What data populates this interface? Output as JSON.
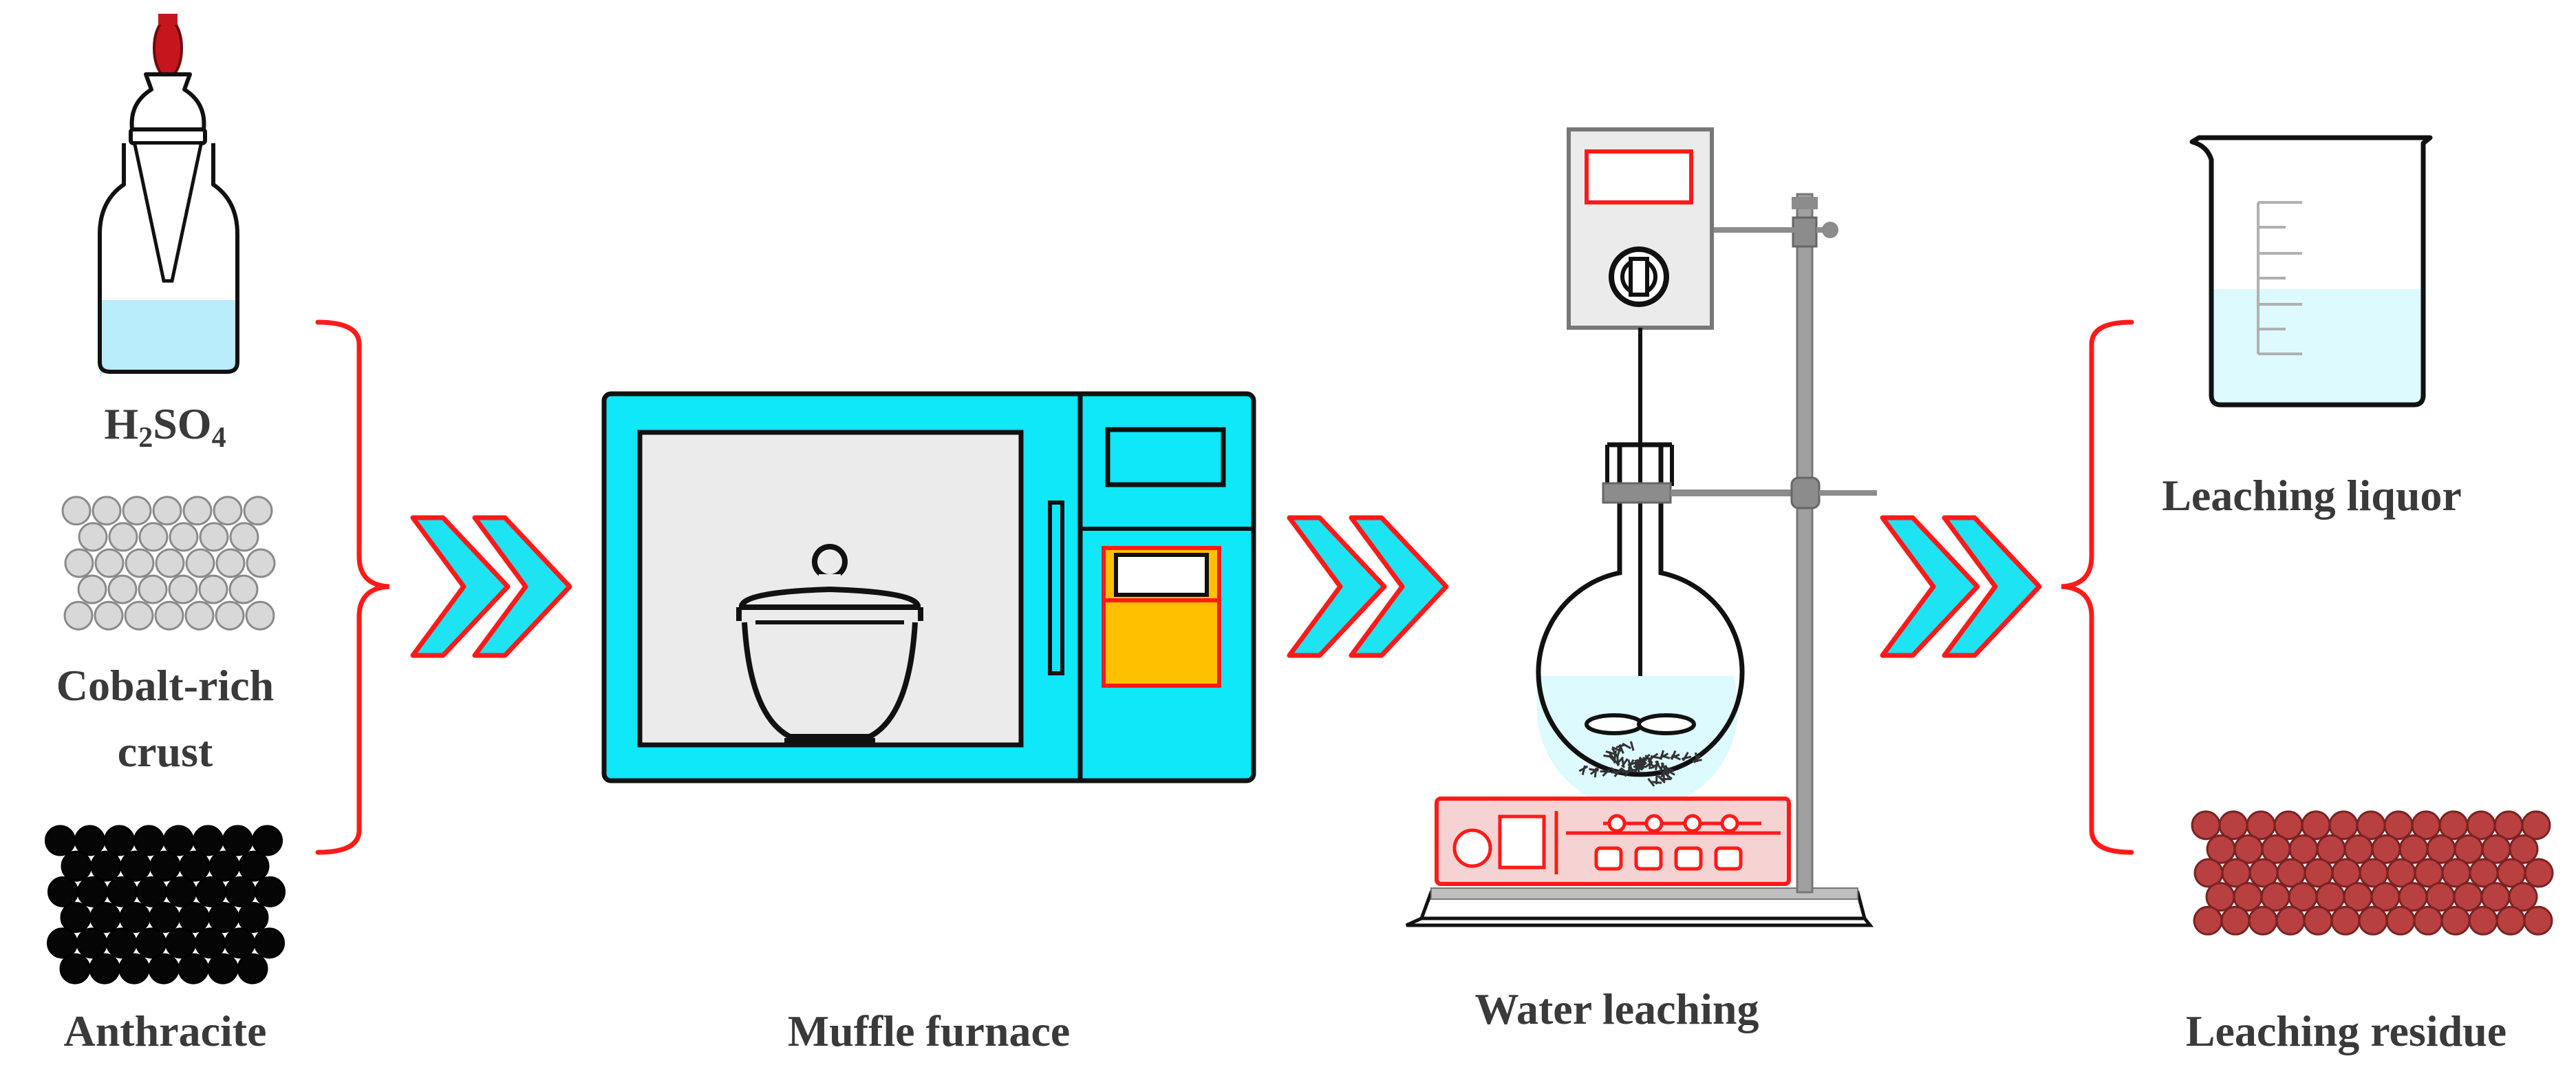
{
  "labels": {
    "acid_main": "H",
    "acid_sub1": "2",
    "acid_mid": "SO",
    "acid_sub2": "4",
    "crust_line1": "Cobalt-rich",
    "crust_line2": "crust",
    "anthracite": "Anthracite",
    "furnace": "Muffle furnace",
    "leaching": "Water leaching",
    "liquor": "Leaching liquor",
    "residue": "Leaching residue"
  },
  "colors": {
    "bracket": "#ff1a1a",
    "arrow_fill": "#1ee3f2",
    "arrow_stroke": "#ff1a1a",
    "furnace_body": "#0ee8f8",
    "furnace_chamber": "#ebebeb",
    "furnace_panel": "#ffc000",
    "acid_liquid": "#b8ecfa",
    "beaker_liquid": "#dcfaff",
    "crust_particle": "#d8d8d8",
    "anthracite_particle": "#050505",
    "residue_particle": "#b84040",
    "hotplate": "#f5d3d3",
    "bulb": "#c4161c",
    "stand": "#a0a0a0"
  },
  "icons": [
    "dropper-bottle-icon",
    "crucible-icon",
    "muffle-furnace-icon",
    "stirrer-flask-icon",
    "beaker-icon",
    "particle-cluster-icon",
    "double-chevron-arrow-icon",
    "curly-brace-icon"
  ]
}
